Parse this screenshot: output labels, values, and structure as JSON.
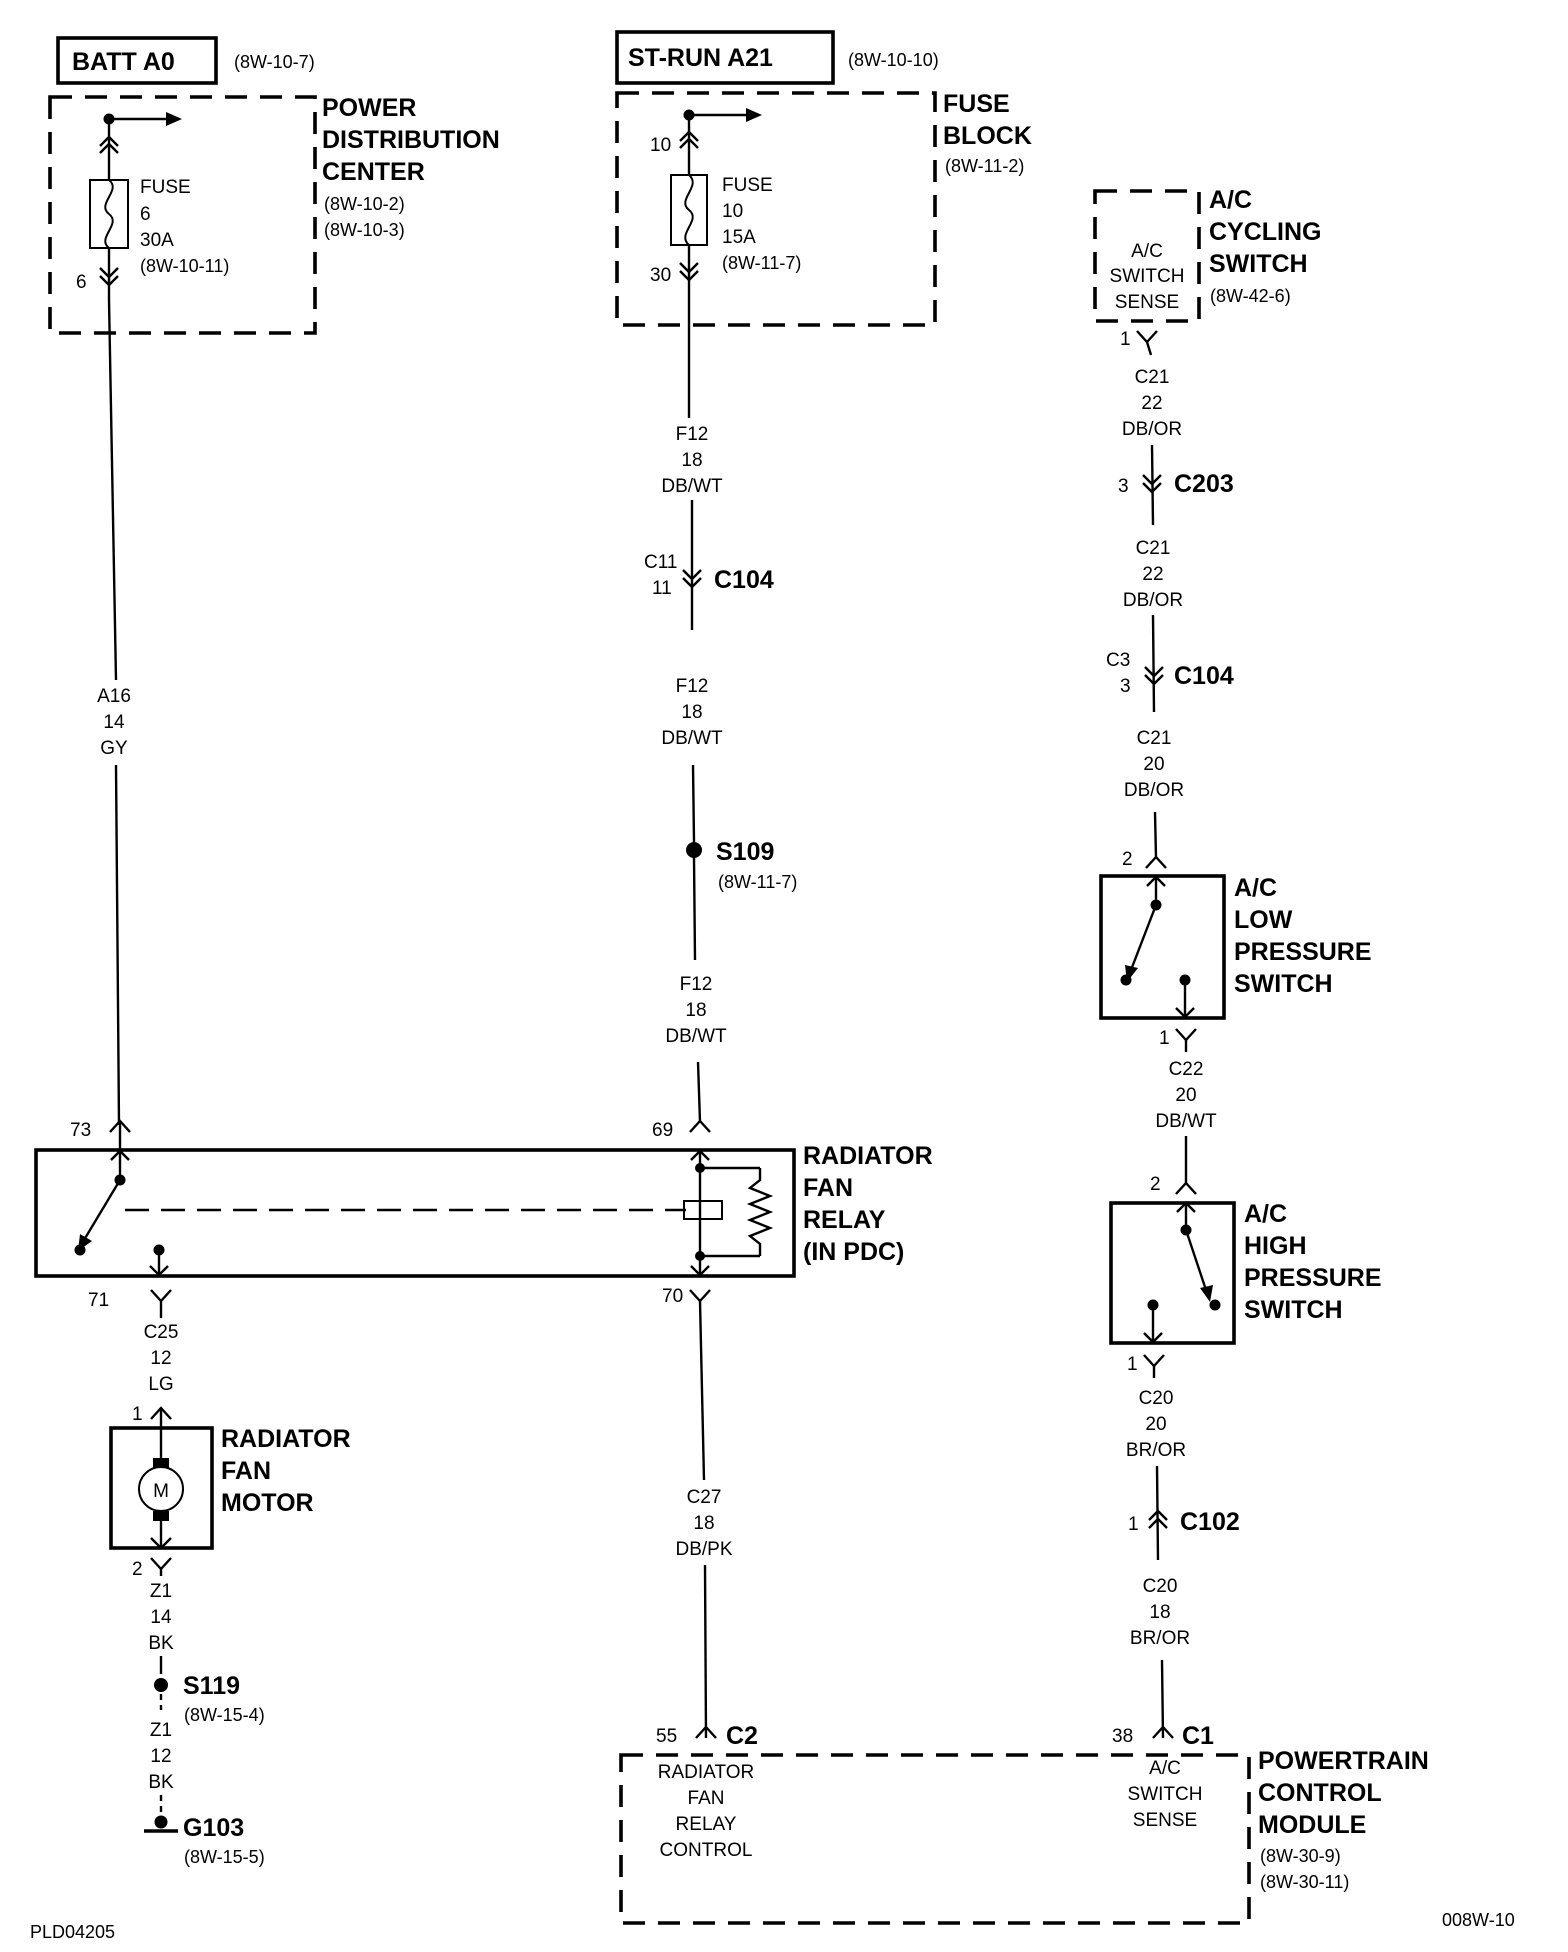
{
  "batt": {
    "label": "BATT A0",
    "ref": "(8W-10-7)"
  },
  "strun": {
    "label": "ST-RUN A21",
    "ref": "(8W-10-10)"
  },
  "pdc": {
    "name": [
      "POWER",
      "DISTRIBUTION",
      "CENTER"
    ],
    "refs": [
      "(8W-10-2)",
      "(8W-10-3)"
    ],
    "fuse": [
      "FUSE",
      "6",
      "30A",
      "(8W-10-11)"
    ],
    "pin_out": "6"
  },
  "fuse_block": {
    "name": [
      "FUSE",
      "BLOCK"
    ],
    "ref": "(8W-11-2)",
    "fuse": [
      "FUSE",
      "10",
      "15A",
      "(8W-11-7)"
    ],
    "pin_in": "10",
    "pin_out": "30"
  },
  "ac_cycling": {
    "name": [
      "A/C",
      "CYCLING",
      "SWITCH"
    ],
    "ref": "(8W-42-6)",
    "inner": [
      "A/C",
      "SWITCH",
      "SENSE"
    ],
    "pin": "1"
  },
  "wires": {
    "a16": [
      "A16",
      "14",
      "GY"
    ],
    "f12_1": [
      "F12",
      "18",
      "DB/WT"
    ],
    "f12_2": [
      "F12",
      "18",
      "DB/WT"
    ],
    "f12_3": [
      "F12",
      "18",
      "DB/WT"
    ],
    "c21_1": [
      "C21",
      "22",
      "DB/OR"
    ],
    "c21_2": [
      "C21",
      "22",
      "DB/OR"
    ],
    "c21_3": [
      "C21",
      "20",
      "DB/OR"
    ],
    "c22": [
      "C22",
      "20",
      "DB/WT"
    ],
    "c20_1": [
      "C20",
      "20",
      "BR/OR"
    ],
    "c20_2": [
      "C20",
      "18",
      "BR/OR"
    ],
    "c25": [
      "C25",
      "12",
      "LG"
    ],
    "c27": [
      "C27",
      "18",
      "DB/PK"
    ],
    "z1_1": [
      "Z1",
      "14",
      "BK"
    ],
    "z1_2": [
      "Z1",
      "12",
      "BK"
    ]
  },
  "connectors": {
    "c104_left": {
      "name": "C104",
      "pins": [
        "C11",
        "11"
      ]
    },
    "c203": {
      "name": "C203",
      "pin": "3"
    },
    "c104_right": {
      "name": "C104",
      "pins": [
        "C3",
        "3"
      ]
    },
    "c102": {
      "name": "C102",
      "pin": "1"
    },
    "c2": {
      "name": "C2",
      "pin": "55"
    },
    "c1": {
      "name": "C1",
      "pin": "38"
    }
  },
  "splices": {
    "s109": {
      "name": "S109",
      "ref": "(8W-11-7)"
    },
    "s119": {
      "name": "S119",
      "ref": "(8W-15-4)"
    }
  },
  "ground": {
    "name": "G103",
    "ref": "(8W-15-5)"
  },
  "relay": {
    "name": [
      "RADIATOR",
      "FAN",
      "RELAY",
      "(IN PDC)"
    ],
    "pins": {
      "p73": "73",
      "p69": "69",
      "p71": "71",
      "p70": "70"
    }
  },
  "low_switch": {
    "name": [
      "A/C",
      "LOW",
      "PRESSURE",
      "SWITCH"
    ],
    "pin_top": "2",
    "pin_bottom": "1"
  },
  "high_switch": {
    "name": [
      "A/C",
      "HIGH",
      "PRESSURE",
      "SWITCH"
    ],
    "pin_top": "2",
    "pin_bottom": "1"
  },
  "motor": {
    "name": [
      "RADIATOR",
      "FAN",
      "MOTOR"
    ],
    "symbol": "M",
    "pin_top": "1",
    "pin_bottom": "2"
  },
  "pcm": {
    "name": [
      "POWERTRAIN",
      "CONTROL",
      "MODULE"
    ],
    "refs": [
      "(8W-30-9)",
      "(8W-30-11)"
    ],
    "left_inner": [
      "RADIATOR",
      "FAN",
      "RELAY",
      "CONTROL"
    ],
    "right_inner": [
      "A/C",
      "SWITCH",
      "SENSE"
    ]
  },
  "footer": {
    "left": "PLD04205",
    "right": "008W-10"
  }
}
